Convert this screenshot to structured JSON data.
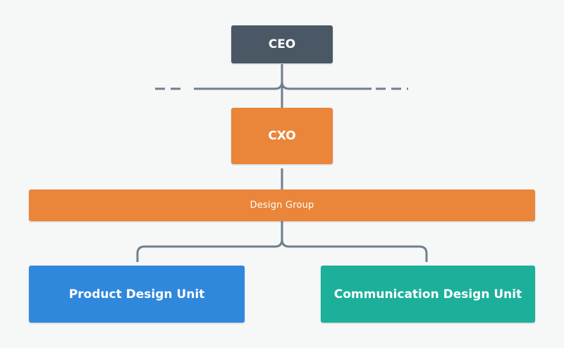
{
  "diagram": {
    "nodes": {
      "ceo": {
        "label": "CEO",
        "color": "#4a5866"
      },
      "cxo": {
        "label": "CXO",
        "color": "#ea8539"
      },
      "group": {
        "label": "Design Group",
        "color": "#ea8539"
      },
      "product_unit": {
        "label": "Product Design Unit",
        "color": "#2f88dc"
      },
      "communication_unit": {
        "label": "Communication Design Unit",
        "color": "#1cb09b"
      }
    },
    "edges": [
      {
        "from": "ceo",
        "to": "cxo"
      },
      {
        "from": "cxo",
        "to": "group"
      },
      {
        "from": "group",
        "to": "product_unit"
      },
      {
        "from": "group",
        "to": "communication_unit"
      }
    ],
    "connector_color": "#6f7f8e"
  }
}
